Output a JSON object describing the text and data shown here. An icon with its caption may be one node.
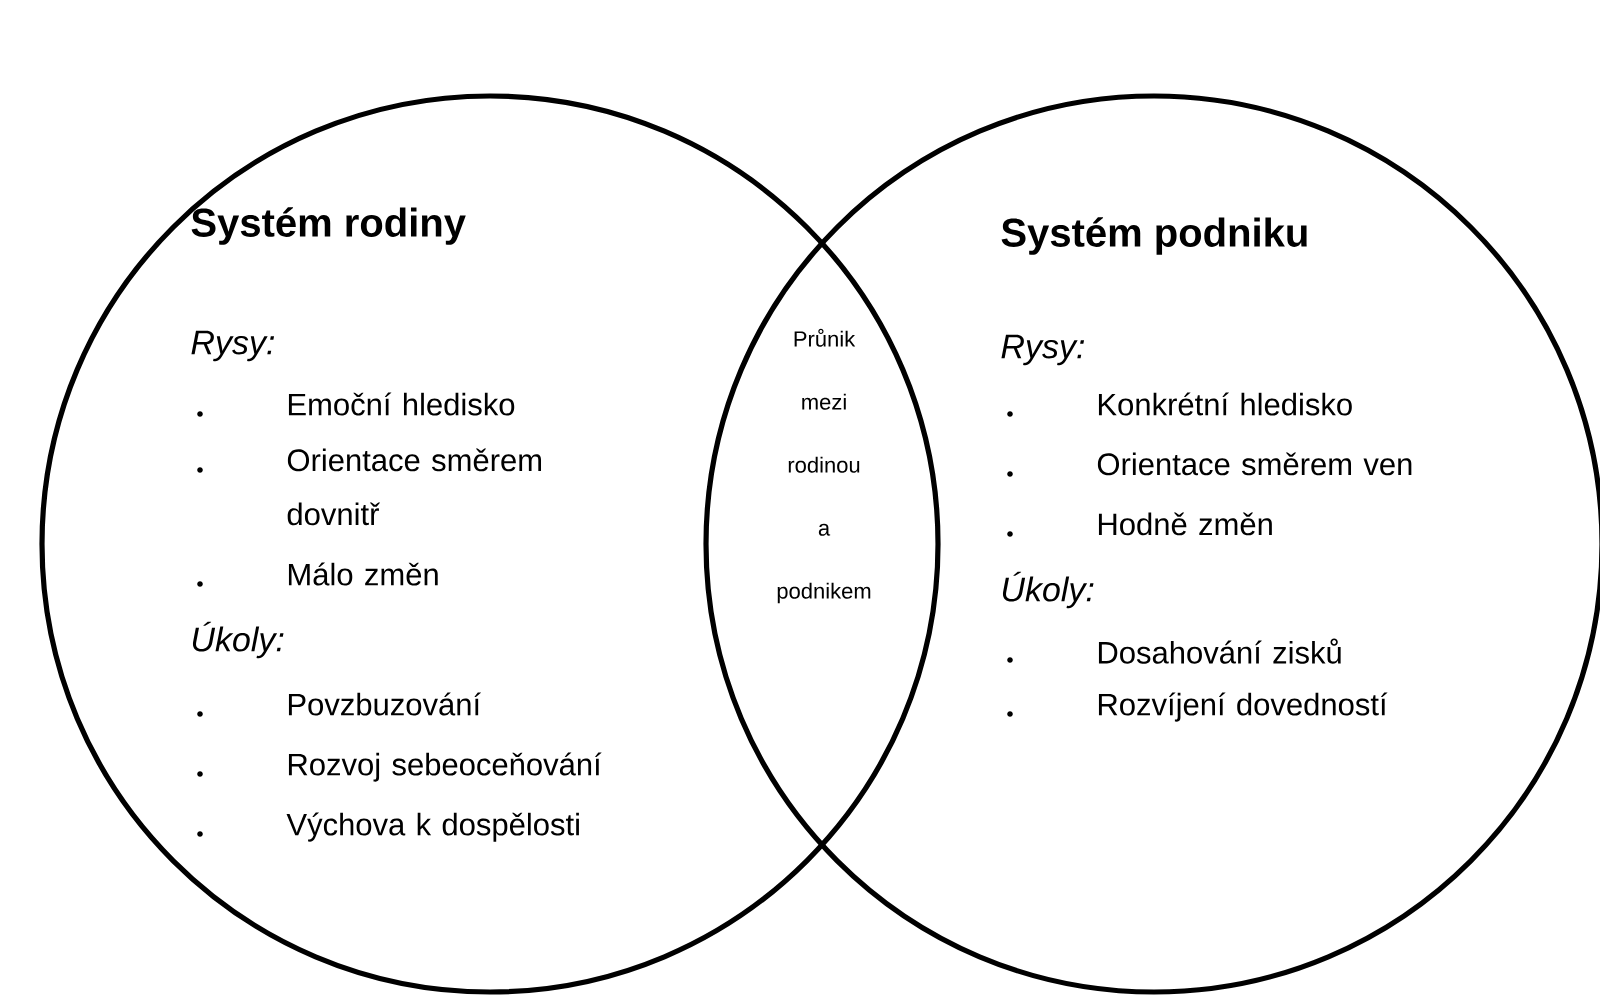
{
  "diagram": {
    "nodes": [
      {
        "text": [
          "Systém rodiny",
          "Rysy:",
          "Emoční hledisko",
          "Orientace směrem dovnitř",
          "Málo změn",
          "Úkoly:",
          "Povzbuzování",
          "Rozvoj sebeoceňování",
          "Výchova k dospělosti"
        ]
      },
      {
        "text": [
          "Systém podniku",
          "Rysy:",
          "Konkrétní hledisko",
          "Orientace směrem ven",
          "Hodně změn",
          "Úkoly:",
          "Dosahování zisků",
          "Rozvíjení dovedností"
        ]
      },
      {
        "text": [
          "Průnik mezi rodinou a podnikem"
        ]
      }
    ]
  }
}
